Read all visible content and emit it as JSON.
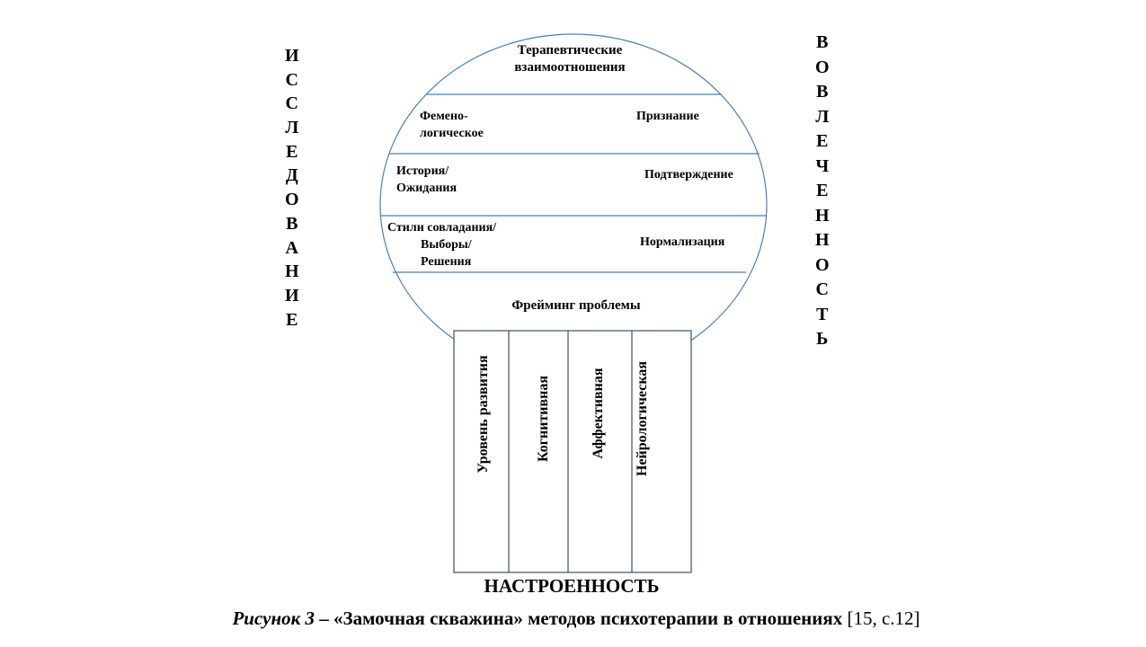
{
  "diagram": {
    "top_section": "Терапевтические взаимоотношения",
    "top_section_lines": [
      "Терапевтические",
      "взаимоотношения"
    ],
    "rows": [
      {
        "left": [
          "Фемено-",
          "логическое"
        ],
        "right": "Признание"
      },
      {
        "left": [
          "История/",
          "Ожидания"
        ],
        "right": "Подтверждение"
      },
      {
        "left": [
          "Стили совладания/",
          "Выборы/",
          "Решения"
        ],
        "right": "Нормализация"
      }
    ],
    "bottom_section": "Фрейминг проблемы",
    "columns": [
      "Уровень развития",
      "Когнитивная",
      "Аффективная",
      "Нейрологическая"
    ],
    "left_axis": "ИССЛЕДОВАНИЕ",
    "left_axis_letters": [
      "И",
      "С",
      "С",
      "Л",
      "Е",
      "Д",
      "О",
      "В",
      "А",
      "Н",
      "И",
      "Е"
    ],
    "right_axis": "ВОВЛЕЧЕННОСТЬ",
    "right_axis_letters": [
      "В",
      "О",
      "В",
      "Л",
      "Е",
      "Ч",
      "Е",
      "Н",
      "Н",
      "О",
      "С",
      "Т",
      "Ь"
    ],
    "base_label": "НАСТРОЕННОСТЬ",
    "line_color": "#4a7ebb",
    "stem_color": "#3b4f6b"
  },
  "caption": {
    "figure": "Рисунок 3",
    "dash": " – ",
    "title": "«Замочная скважина» методов психотерапии в отношениях",
    "reference": " [15, с.12]"
  }
}
